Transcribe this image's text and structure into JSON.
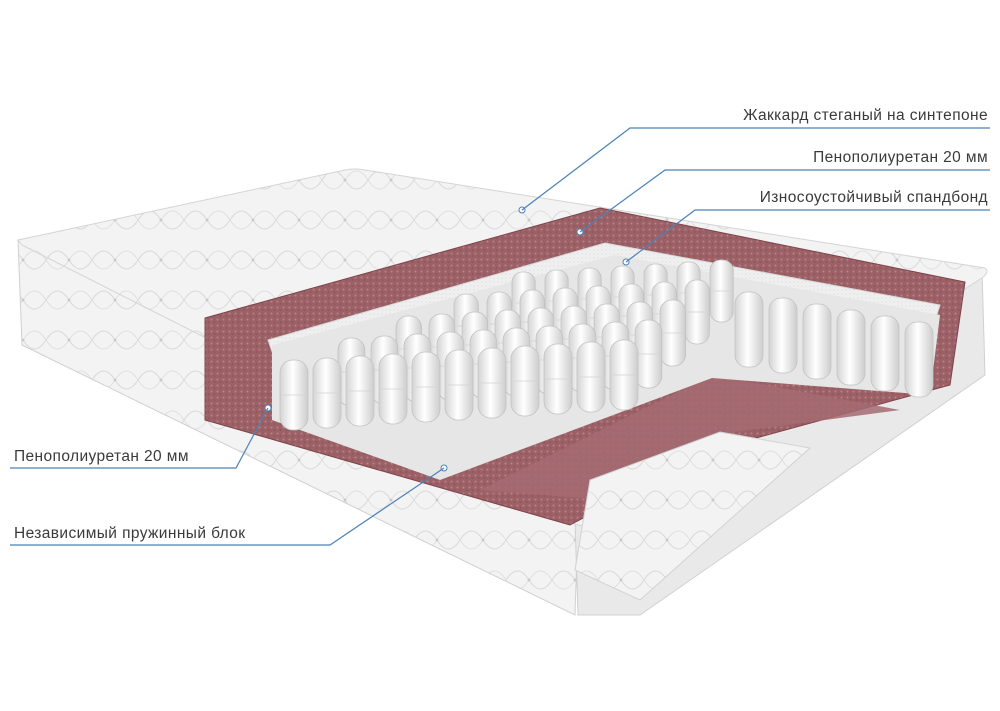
{
  "labels": {
    "jacquard": "Жаккард стеганый на синтепоне",
    "foam_top": "Пенополиуретан 20 мм",
    "spunbond": "Износоустойчивый спандбонд",
    "foam_side": "Пенополиуретан 20 мм",
    "spring_block": "Независимый пружинный блок"
  },
  "colors": {
    "fabric": "#f1f1f1",
    "fabric_shadow": "#d9d9d9",
    "foam": "#9b6066",
    "foam_light": "#b78288",
    "spunbond": "#efefef",
    "spring": "#f7f7f7",
    "spring_shadow": "#cfcfcf",
    "leader": "#4a82b8",
    "text": "#3a3a3a"
  }
}
